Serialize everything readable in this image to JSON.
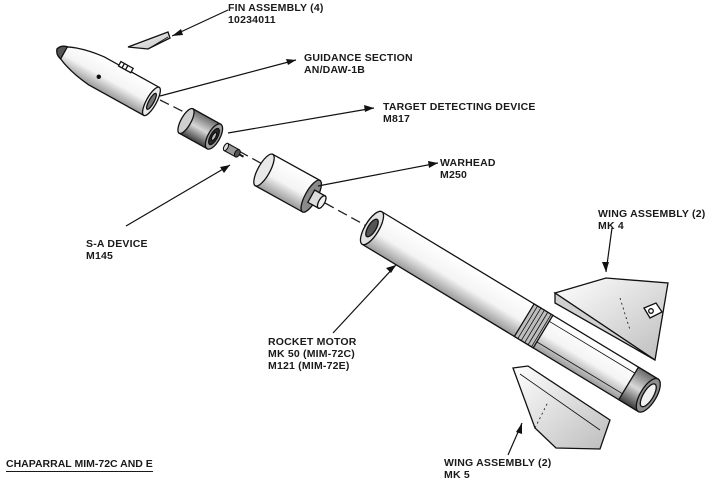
{
  "labels": {
    "fin_assembly": {
      "line1": "FIN ASSEMBLY (4)",
      "line2": "10234011"
    },
    "guidance_section": {
      "line1": "GUIDANCE SECTION",
      "line2": "AN/DAW-1B"
    },
    "target_detecting_device": {
      "line1": "TARGET DETECTING DEVICE",
      "line2": "M817"
    },
    "warhead": {
      "line1": "WARHEAD",
      "line2": "M250"
    },
    "wing_assembly_mk4": {
      "line1": "WING ASSEMBLY (2)",
      "line2": "MK 4"
    },
    "sa_device": {
      "line1": "S-A DEVICE",
      "line2": "M145"
    },
    "rocket_motor": {
      "line1": "ROCKET MOTOR",
      "line2": "MK 50 (MIM-72C)",
      "line3": "M121 (MIM-72E)"
    },
    "wing_assembly_mk5": {
      "line1": "WING ASSEMBLY (2)",
      "line2": "MK 5"
    }
  },
  "caption": "CHAPARRAL MIM-72C AND E"
}
